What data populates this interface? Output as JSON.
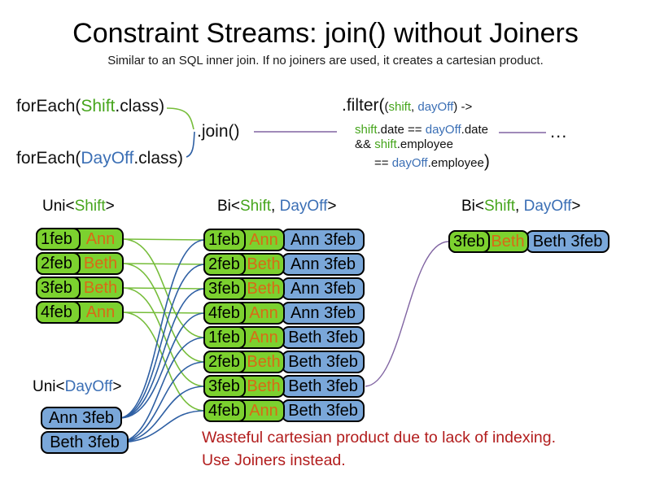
{
  "slide": {
    "title": "Constraint Streams: join() without Joiners",
    "subtitle": "Similar to an SQL inner join. If no joiners are used, it creates a cartesian product."
  },
  "code": {
    "foreach_shift": {
      "pre": "forEach(",
      "cls": "Shift",
      "post": ".class)"
    },
    "foreach_dayoff": {
      "pre": "forEach(",
      "cls": "DayOff",
      "post": ".class)"
    },
    "join_label": ".join()",
    "ellipsis": "...",
    "filter": {
      "head": ".filter(",
      "args_open": "(",
      "arg1": "shift",
      "args_sep": ", ",
      "arg2": "dayOff",
      "args_close": ") ->",
      "l2_a": "shift",
      "l2_b": ".date == ",
      "l2_c": "dayOff",
      "l2_d": ".date",
      "l3_a": "&& ",
      "l3_b": "shift",
      "l3_c": ".employee",
      "l4_a": "== ",
      "l4_b": "dayOff",
      "l4_c": ".employee",
      "l4_close": ")"
    }
  },
  "uni_shift": {
    "label": {
      "pre": "Uni<",
      "type1": "Shift",
      "post": ">"
    },
    "rows": [
      {
        "date": "1feb",
        "name": "Ann"
      },
      {
        "date": "2feb",
        "name": "Beth"
      },
      {
        "date": "3feb",
        "name": "Beth"
      },
      {
        "date": "4feb",
        "name": "Ann"
      }
    ]
  },
  "bi_join": {
    "label": {
      "pre": "Bi<",
      "type1": "Shift",
      "sep": ", ",
      "type2": "DayOff",
      "post": ">"
    },
    "rows": [
      {
        "date": "1feb",
        "name": "Ann",
        "dayoff": "Ann 3feb"
      },
      {
        "date": "2feb",
        "name": "Beth",
        "dayoff": "Ann 3feb"
      },
      {
        "date": "3feb",
        "name": "Beth",
        "dayoff": "Ann 3feb"
      },
      {
        "date": "4feb",
        "name": "Ann",
        "dayoff": "Ann 3feb"
      },
      {
        "date": "1feb",
        "name": "Ann",
        "dayoff": "Beth 3feb"
      },
      {
        "date": "2feb",
        "name": "Beth",
        "dayoff": "Beth 3feb"
      },
      {
        "date": "3feb",
        "name": "Beth",
        "dayoff": "Beth 3feb"
      },
      {
        "date": "4feb",
        "name": "Ann",
        "dayoff": "Beth 3feb"
      }
    ]
  },
  "bi_filtered": {
    "label": {
      "pre": "Bi<",
      "type1": "Shift",
      "sep": ", ",
      "type2": "DayOff",
      "post": ">"
    },
    "rows": [
      {
        "date": "3feb",
        "name": "Beth",
        "dayoff": "Beth 3feb"
      }
    ]
  },
  "uni_dayoff": {
    "label": {
      "pre": "Uni<",
      "type1": "DayOff",
      "post": ">"
    },
    "items": [
      "Ann 3feb",
      "Beth 3feb"
    ]
  },
  "note": {
    "line1": "Wasteful cartesian product due to lack of indexing.",
    "line2": "Use Joiners instead."
  },
  "colors": {
    "shift_green_fill": "#7cd12f",
    "dayoff_blue_fill": "#7aa7d9",
    "shift_green_text": "#46a51c",
    "dayoff_blue_text": "#3b6fb5",
    "employee_orange_text": "#d96a16",
    "warning_red_text": "#b21d1d",
    "join_purple_line": "#8064a2",
    "shift_green_line": "#76bd3a",
    "dayoff_blue_line": "#2e5fa3"
  }
}
